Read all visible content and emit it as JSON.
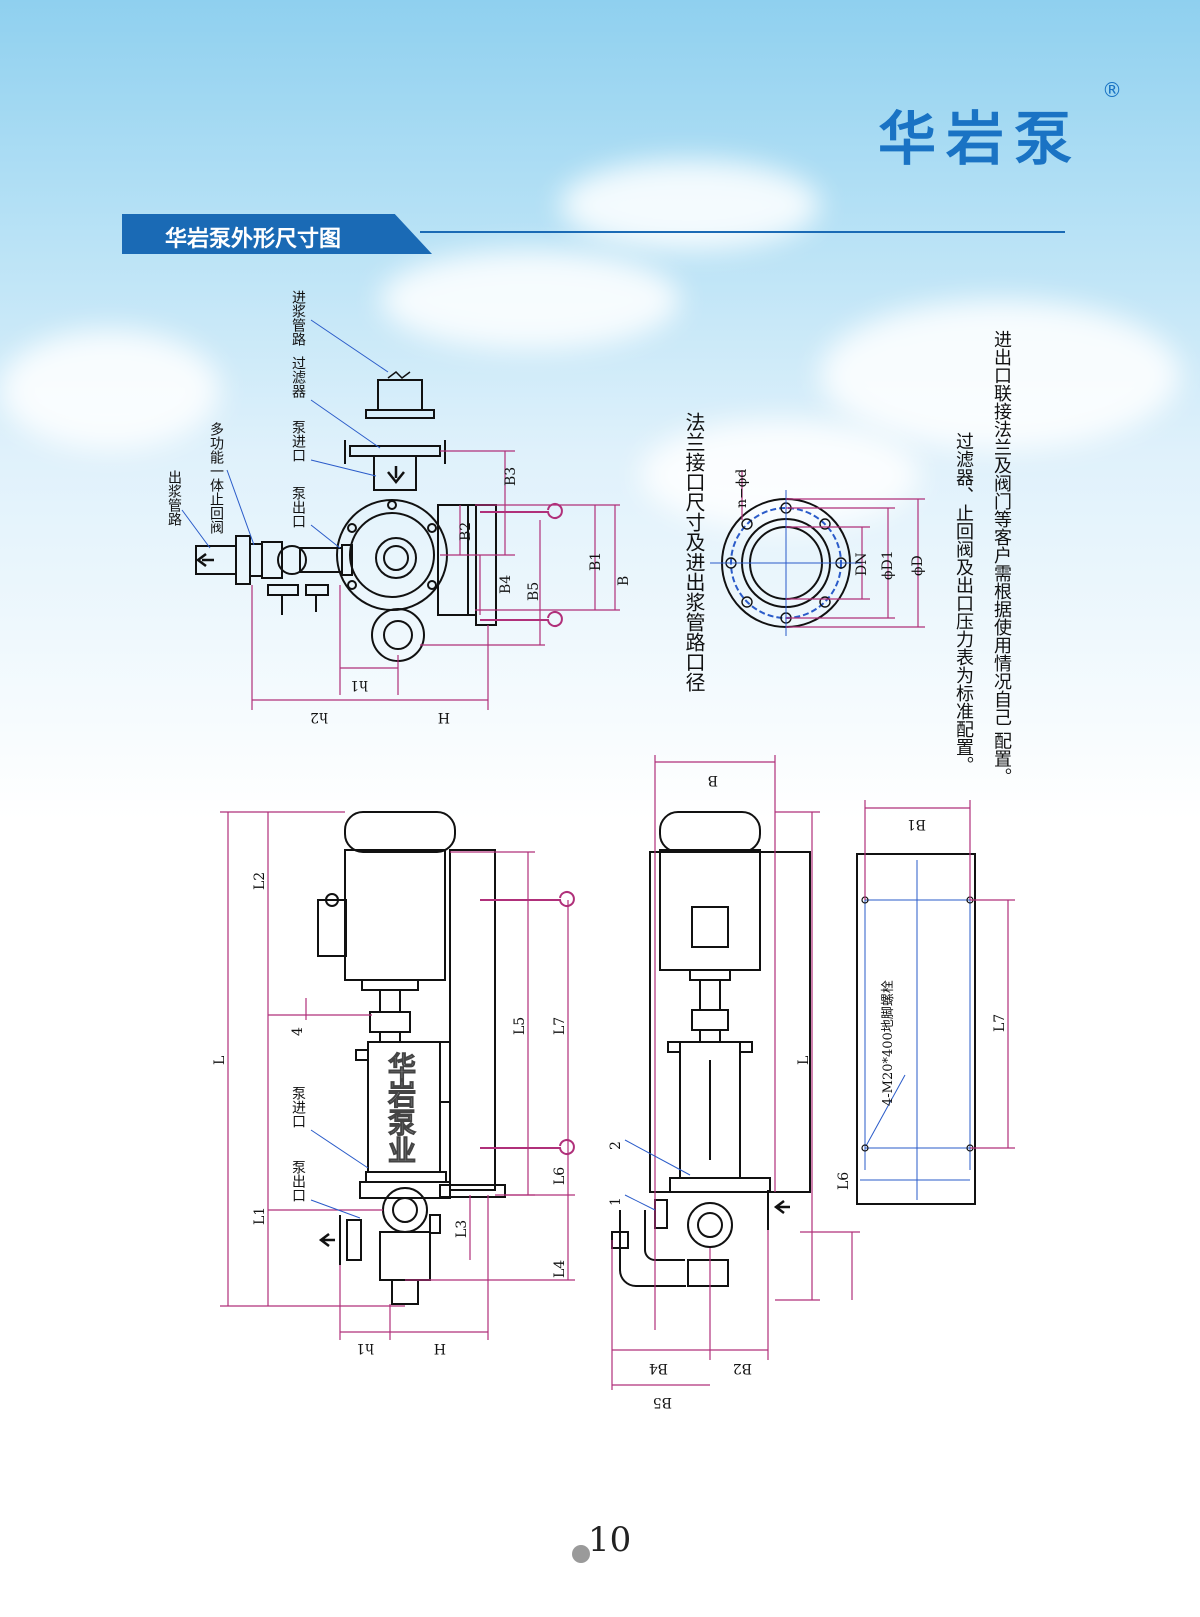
{
  "brand": {
    "name": "华岩泵",
    "registered_mark": "®"
  },
  "section_title": "华岩泵外形尺寸图",
  "page_number": "10",
  "notes": {
    "flange_title": "法兰接口尺寸及进出浆管路口径",
    "note1": "过滤器、止回阀及出口压力表为标准配置。",
    "note2": "进出口联接法兰及阀门等客户需根据使用情况自己 配置。"
  },
  "top_view": {
    "labels": {
      "inlet_pipe": "进浆管路",
      "filter": "过滤器",
      "pump_inlet": "泵进口",
      "pump_outlet": "泵出口",
      "multi_valve": "多功能一体止回阀",
      "outlet_pipe": "出浆管路"
    },
    "dims": {
      "B3": "B3",
      "B2": "B2",
      "B4": "B4",
      "B5": "B5",
      "B1": "B1",
      "B": "B",
      "h1": "h1",
      "h2": "h2",
      "H": "H"
    }
  },
  "flange_view": {
    "dims": {
      "n_phi_d": "n−ϕd",
      "DN": "DN",
      "phiD1": "ϕD1",
      "phiD": "ϕD"
    }
  },
  "front_view": {
    "dims": {
      "L2": "L2",
      "L": "L",
      "L1": "L1",
      "n4": "4",
      "L5": "L5",
      "L7": "L7",
      "L6": "L6",
      "L3": "L3",
      "L4": "L4",
      "h1": "h1",
      "H": "H"
    },
    "labels": {
      "pump_inlet": "泵进口",
      "pump_outlet": "泵出口",
      "casing_text": "华岩泵业"
    }
  },
  "side_view": {
    "dims": {
      "B": "B",
      "L": "L",
      "n2": "2",
      "n1": "1",
      "L6": "L6",
      "B4": "B4",
      "B2": "B2",
      "B5": "B5"
    }
  },
  "base_view": {
    "dims": {
      "B1": "B1",
      "L7": "L7",
      "bolt": "4-M20*400地脚螺栓"
    }
  },
  "colors": {
    "brand_blue": "#1a73c4",
    "banner_blue": "#1a6ab5",
    "dim_magenta": "#b0307a",
    "line_blue": "#2a5bc9",
    "outline": "#111111"
  }
}
